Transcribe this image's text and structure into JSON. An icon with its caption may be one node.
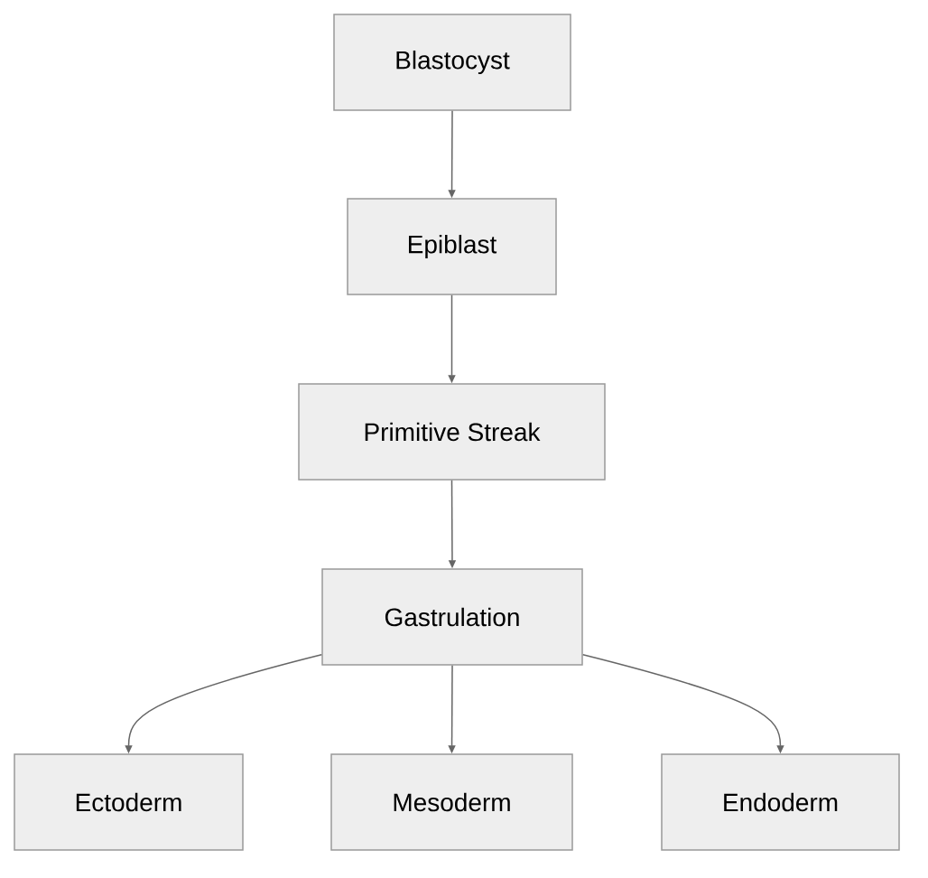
{
  "diagram": {
    "nodes": [
      {
        "text": [
          "Blastocyst"
        ]
      },
      {
        "text": [
          "Epiblast"
        ]
      },
      {
        "text": [
          "Primitive Streak"
        ]
      },
      {
        "text": [
          "Gastrulation"
        ]
      },
      {
        "text": [
          "Ectoderm"
        ]
      },
      {
        "text": [
          "Mesoderm"
        ]
      },
      {
        "text": [
          "Endoderm"
        ]
      }
    ],
    "edges": [
      {
        "from": 0,
        "to": 1,
        "arrow": "to"
      },
      {
        "from": 1,
        "to": 2,
        "arrow": "to"
      },
      {
        "from": 2,
        "to": 3,
        "arrow": "to"
      },
      {
        "from": 3,
        "to": 4,
        "arrow": "to"
      },
      {
        "from": 3,
        "to": 5,
        "arrow": "to"
      },
      {
        "from": 3,
        "to": 6,
        "arrow": "to"
      }
    ]
  }
}
